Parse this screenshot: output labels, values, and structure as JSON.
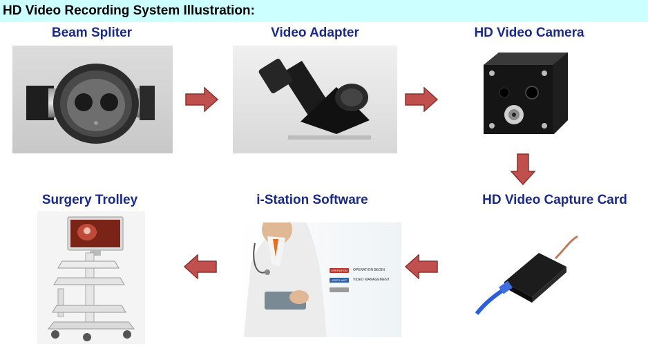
{
  "header": {
    "title": "HD Video Recording System Illustration:"
  },
  "steps": [
    {
      "label": "Beam Spliter"
    },
    {
      "label": "Video Adapter"
    },
    {
      "label": "HD Video Camera"
    },
    {
      "label": "HD Video Capture Card"
    },
    {
      "label": "i-Station Software"
    },
    {
      "label": "Surgery Trolley"
    }
  ],
  "software_screen": {
    "button1": "OPERATION",
    "button1_text": "OPERATION BEGIN",
    "button2": "VIDEO MGT",
    "button2_text": "VIDEO MANAGEMENT"
  },
  "colors": {
    "header_bg": "#ccffff",
    "label_text": "#1a2a8c",
    "arrow_fill": "#c0504d",
    "arrow_stroke": "#8c2f2c"
  }
}
